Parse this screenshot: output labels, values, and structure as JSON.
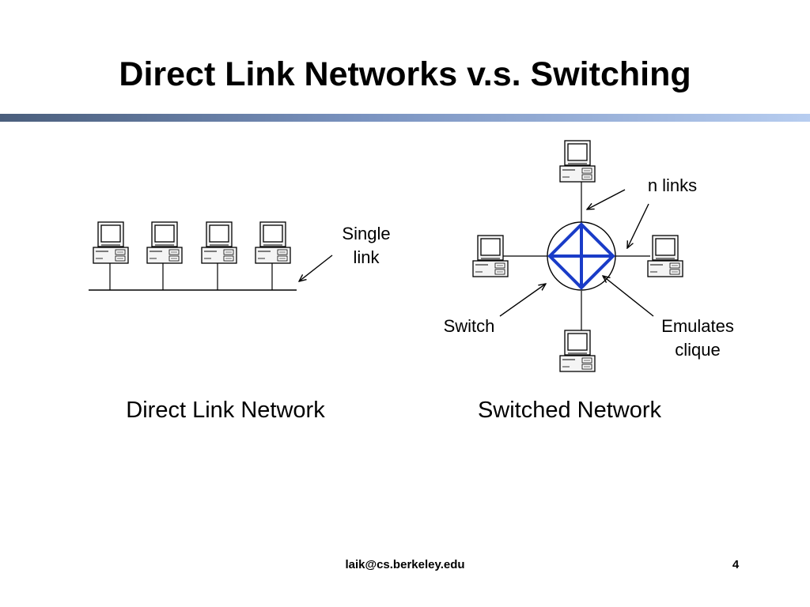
{
  "slide": {
    "title": "Direct Link Networks v.s. Switching",
    "direct": {
      "annotation_line1": "Single",
      "annotation_line2": "link",
      "caption": "Direct Link Network"
    },
    "switched": {
      "label_n_links": "n links",
      "label_switch": "Switch",
      "label_emulates_line1": "Emulates",
      "label_emulates_line2": "clique",
      "caption": "Switched Network"
    },
    "footer": {
      "email": "laik@cs.berkeley.edu",
      "page_number": "4"
    },
    "colors": {
      "title_rule_start": "#4a5e7c",
      "title_rule_end": "#b7cdf0",
      "switch_links": "#1a3cc8"
    }
  }
}
